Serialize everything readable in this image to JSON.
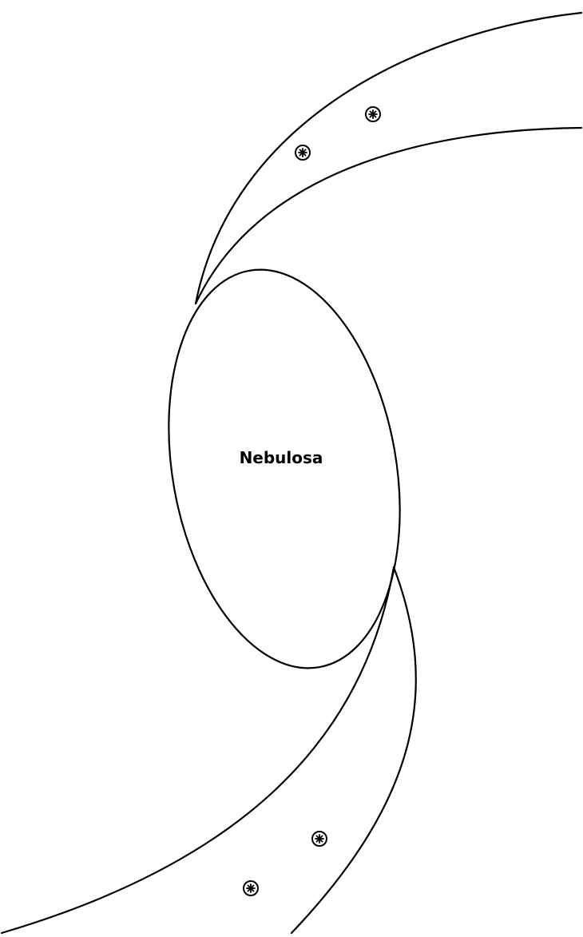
{
  "nebula": {
    "label": "Nebulosa"
  },
  "colors": {
    "background": "#ffffff",
    "ink": "#000000"
  },
  "stars": [
    {
      "name": "star-upper-1",
      "icon": "star-icon"
    },
    {
      "name": "star-upper-2",
      "icon": "star-icon"
    },
    {
      "name": "star-lower-1",
      "icon": "star-icon"
    },
    {
      "name": "star-lower-2",
      "icon": "star-icon"
    }
  ]
}
